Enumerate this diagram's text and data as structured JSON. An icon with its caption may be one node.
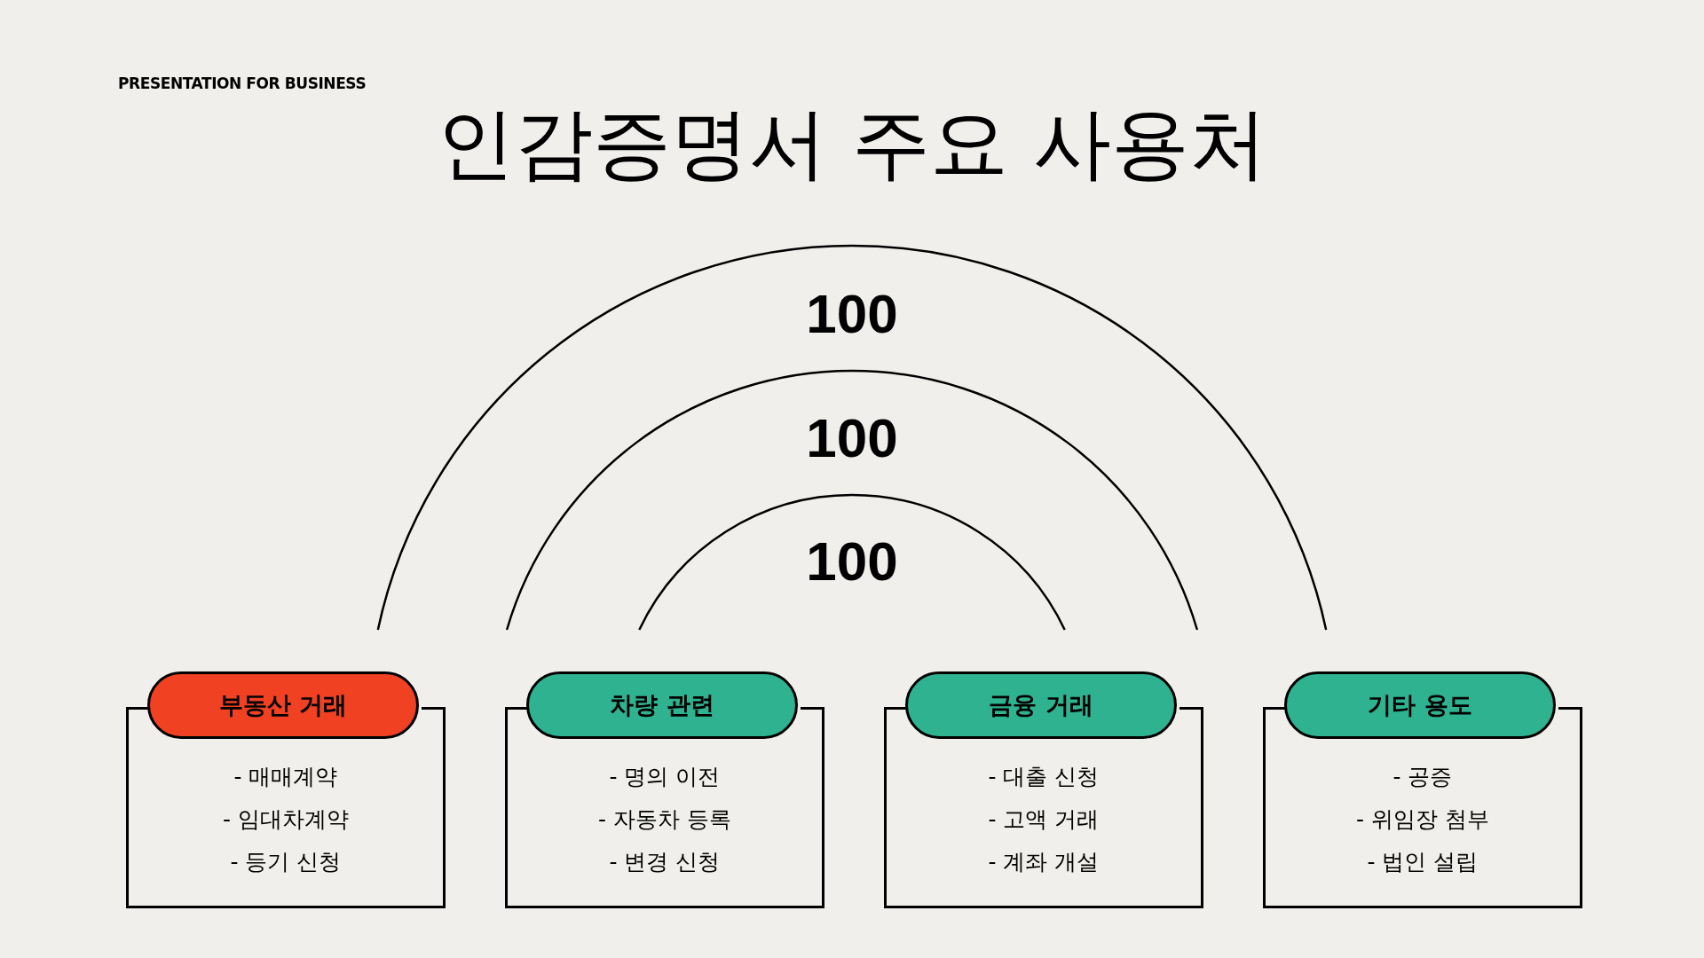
{
  "diagram": {
    "title": "인감증명서 주요 사용처",
    "nodes": [
      {
        "text": [
          "부동산 거래",
          "- 매매계약",
          "- 임대차계약",
          "- 등기 신청"
        ]
      },
      {
        "text": [
          "차량 관련",
          "- 명의 이전",
          "- 자동차 등록",
          "- 변경 신청"
        ]
      },
      {
        "text": [
          "금융 거래",
          "- 대출 신청",
          "- 고액 거래",
          "- 계좌 개설"
        ]
      },
      {
        "text": [
          "기타 용도",
          "- 공증",
          "- 위임장 첨부",
          "- 법인 설립"
        ]
      }
    ],
    "labels": [
      "PRESENTATION FOR BUSINESS",
      "100",
      "100",
      "100"
    ]
  }
}
